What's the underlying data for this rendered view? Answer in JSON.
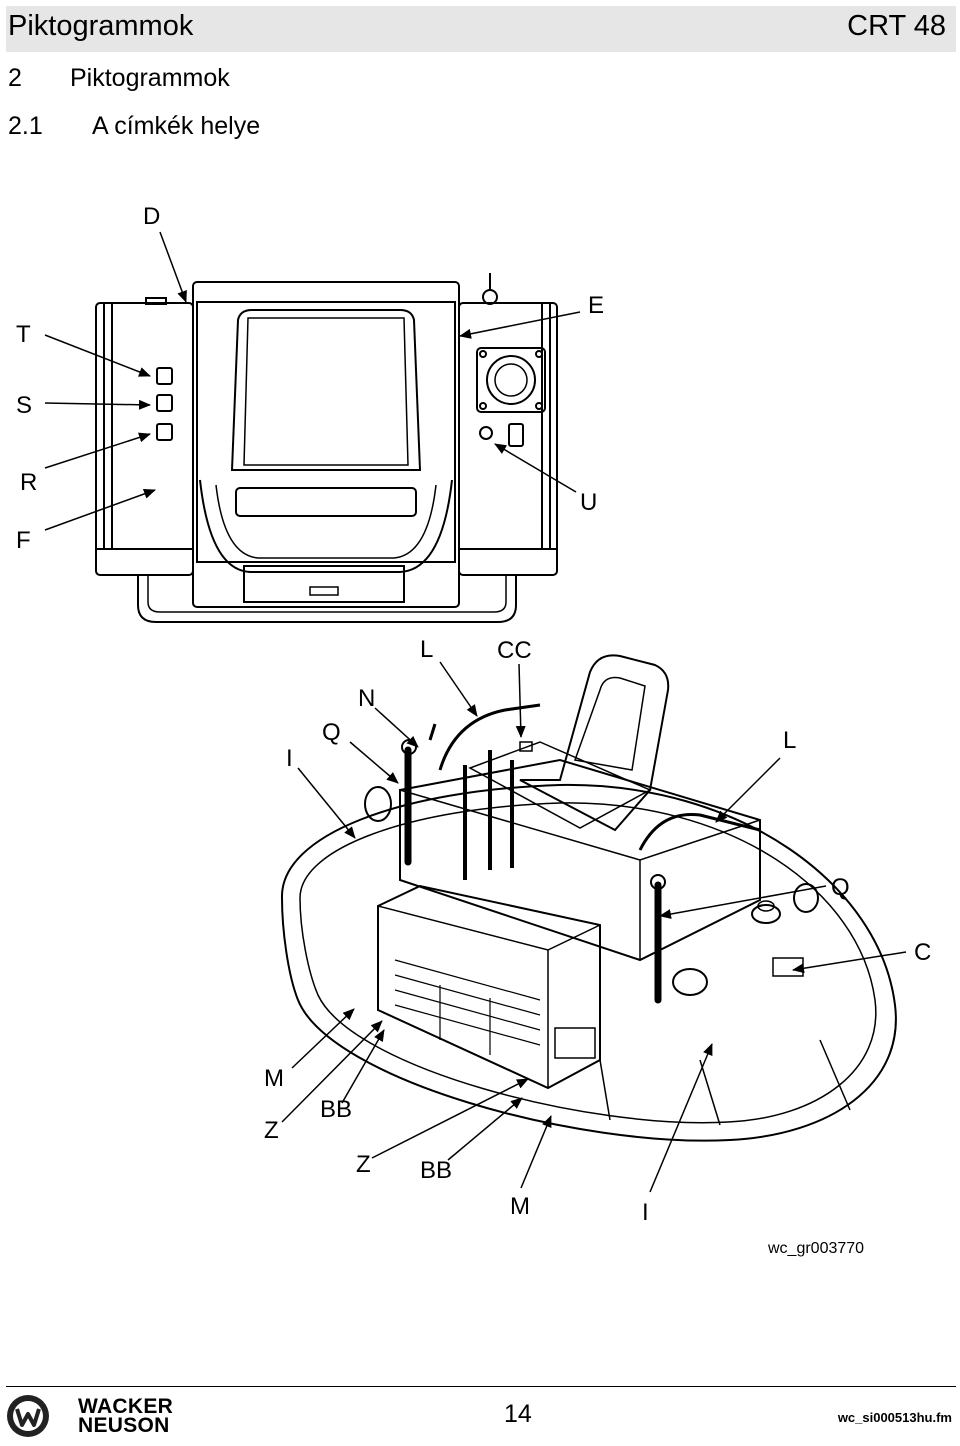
{
  "header": {
    "title": "Piktogrammok",
    "model": "CRT 48"
  },
  "section": {
    "number": "2",
    "title": "Piktogrammok"
  },
  "subsection": {
    "number": "2.1",
    "title": "A címkék helye"
  },
  "figure": {
    "id": "wc_gr003770",
    "labels": {
      "top_D": "D",
      "top_T": "T",
      "top_E": "E",
      "top_S": "S",
      "top_R": "R",
      "top_U": "U",
      "top_F": "F",
      "iso_L1": "L",
      "iso_CC": "CC",
      "iso_N": "N",
      "iso_Q1": "Q",
      "iso_I1": "I",
      "iso_L2": "L",
      "iso_Q2": "Q",
      "iso_C": "C",
      "iso_M1": "M",
      "iso_Z1": "Z",
      "iso_BB1": "BB",
      "iso_Z2": "Z",
      "iso_BB2": "BB",
      "iso_M2": "M",
      "iso_I2": "I"
    }
  },
  "footer": {
    "brand_line1": "WACKER",
    "brand_line2": "NEUSON",
    "page": "14",
    "file": "wc_si000513hu.fm"
  }
}
